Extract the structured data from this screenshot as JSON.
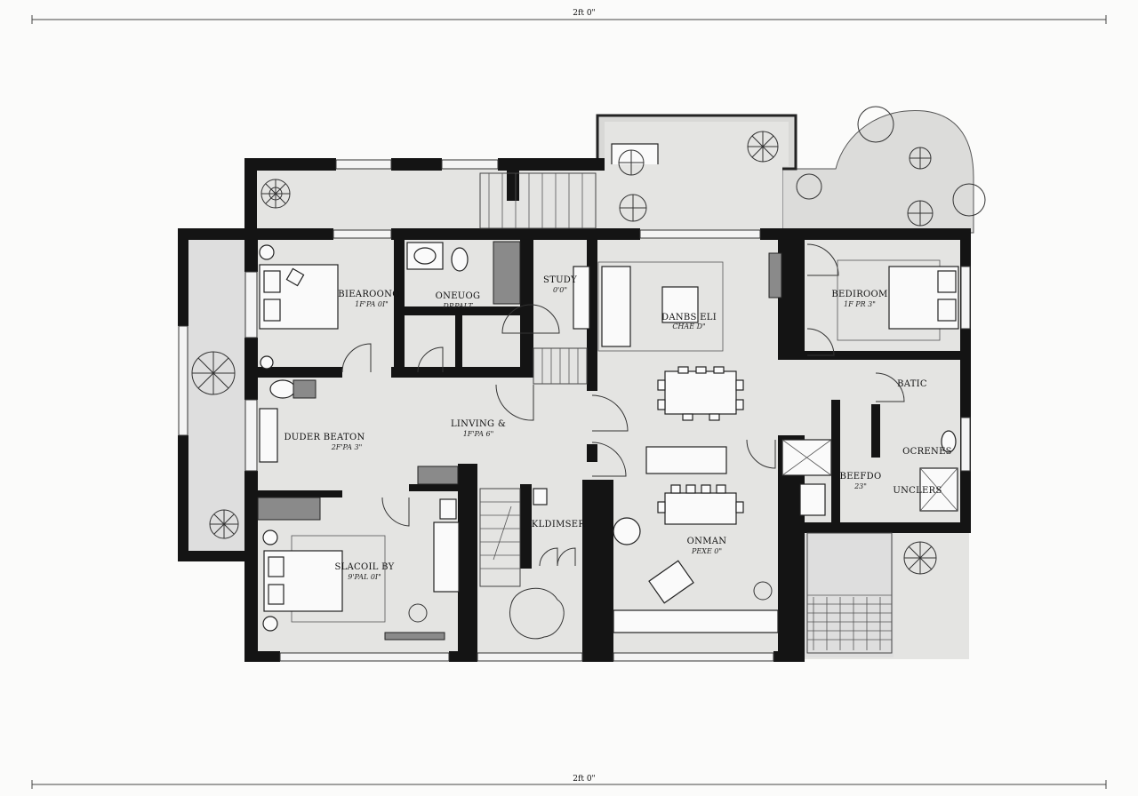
{
  "drawing": {
    "dimension_top": "2ft 0\"",
    "dimension_bottom": "2ft 0\""
  },
  "rooms": [
    {
      "name": "BIEAROONO",
      "size": "1F'PA 0I\""
    },
    {
      "name": "ONEUOG",
      "size": "DP.PALT"
    },
    {
      "name": "STUDY",
      "size": "0'0\""
    },
    {
      "name": "LINVING &",
      "size": "1F'PA 6\""
    },
    {
      "name": "DUDER BEATON",
      "size": "2F'PA 3\""
    },
    {
      "name": "DANBS ELI",
      "size": "CHAE D\""
    },
    {
      "name": "BEDIROOM",
      "size": "1F PR 3\""
    },
    {
      "name": "BATIC"
    },
    {
      "name": "OCRENES"
    },
    {
      "name": "BEEFDO",
      "size": "23\""
    },
    {
      "name": "UNCLERS"
    },
    {
      "name": "ONMAN",
      "size": "PEXE 0\""
    },
    {
      "name": "KLDIMSER"
    },
    {
      "name": "SLACOIL BY",
      "size": "9'PAL 0I\""
    }
  ],
  "colors": {
    "wall": "#141414",
    "floor": "#e4e4e2",
    "paper": "#fbfbfa"
  }
}
